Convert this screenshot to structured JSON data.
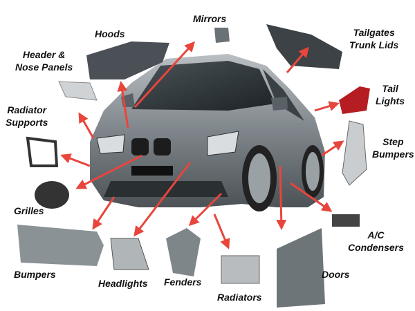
{
  "labels": {
    "hoods": "Hoods",
    "mirrors": "Mirrors",
    "tailgates": [
      "Tailgates",
      "Trunk Lids"
    ],
    "header_nose": [
      "Header &",
      "Nose Panels"
    ],
    "tail_lights": [
      "Tail",
      "Lights"
    ],
    "radiator_supports": [
      "Radiator",
      "Supports"
    ],
    "step_bumpers": [
      "Step",
      "Bumpers"
    ],
    "grilles": "Grilles",
    "ac_condensers": [
      "A/C",
      "Condensers"
    ],
    "bumpers": "Bumpers",
    "headlights": "Headlights",
    "fenders": "Fenders",
    "radiators": "Radiators",
    "doors": "Doors"
  },
  "colors": {
    "arrow": "#e8453c",
    "car_body": "#8a9094",
    "label": "#111111"
  }
}
